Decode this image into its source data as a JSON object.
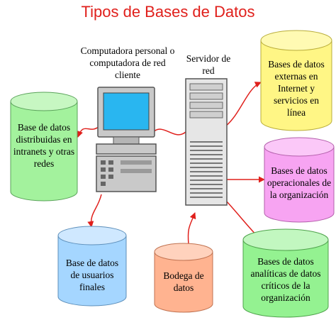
{
  "title": "Tipos de Bases de Datos",
  "labels": {
    "client": "Computadora personal o computadora de red cliente",
    "server": "Servidor de red"
  },
  "databases": [
    {
      "id": "distribuidas",
      "label": "Base de datos distribuidas en intranets y otras redes",
      "color": "#a3f29d"
    },
    {
      "id": "externas",
      "label": "Bases de datos externas en Internet y servicios en línea",
      "color": "#fff685"
    },
    {
      "id": "operacionales",
      "label": "Bases de datos operacionales de la organización",
      "color": "#f7a4f2"
    },
    {
      "id": "usuarios",
      "label": "Base de datos de usuarios finales",
      "color": "#a5d6ff"
    },
    {
      "id": "bodega",
      "label": "Bodega de datos",
      "color": "#ffb390"
    },
    {
      "id": "analiticas",
      "label": "Bases de datos analíticas de datos críticos de la organización",
      "color": "#94f291"
    }
  ],
  "colors": {
    "title": "#e0201c",
    "connector": "#e0201c",
    "monitor_screen": "#29b6f0",
    "computer_body": "#c9c9c9",
    "server_body": "#e6e6e6"
  }
}
